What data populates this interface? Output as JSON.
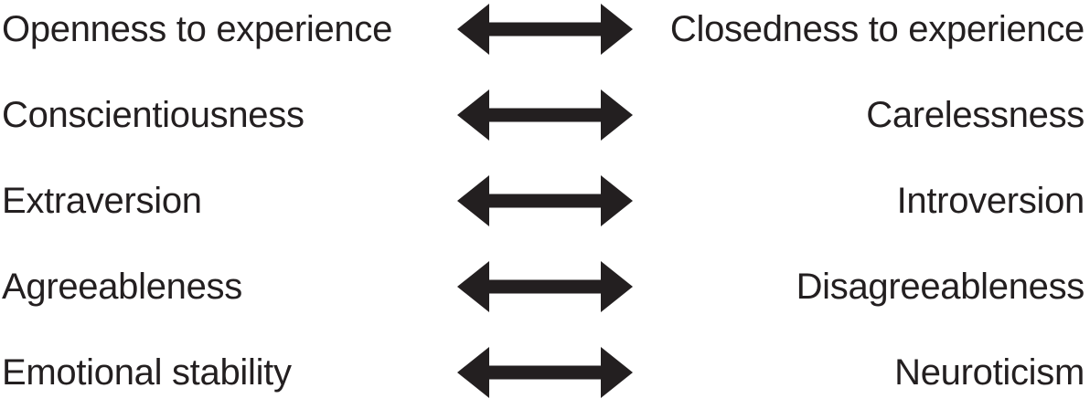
{
  "diagram": {
    "description_colors": {
      "text": "#231f20",
      "arrow": "#231f20",
      "background": "#ffffff"
    },
    "icons": {
      "double_arrow": "left-right-arrow"
    },
    "rows": [
      {
        "left": "Openness to experience",
        "right": "Closedness to experience"
      },
      {
        "left": "Conscientiousness",
        "right": "Carelessness"
      },
      {
        "left": "Extraversion",
        "right": "Introversion"
      },
      {
        "left": "Agreeableness",
        "right": "Disagreeableness"
      },
      {
        "left": "Emotional stability",
        "right": "Neuroticism"
      }
    ]
  }
}
